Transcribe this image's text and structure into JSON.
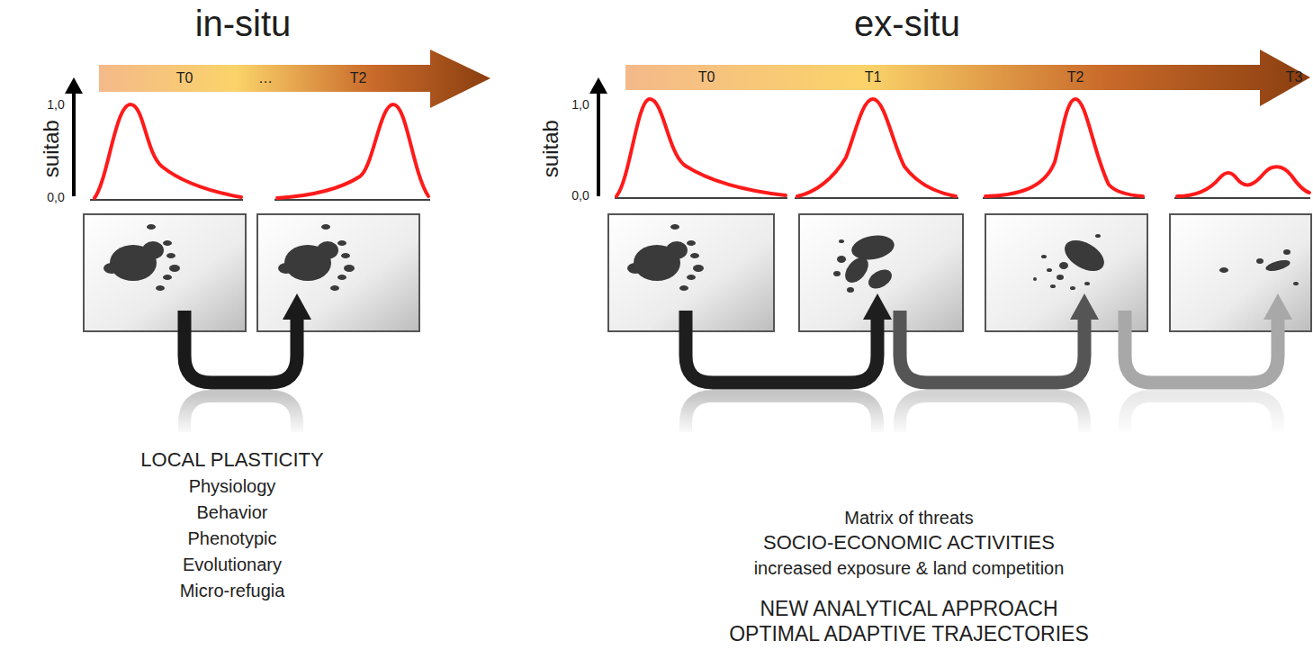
{
  "diagram": {
    "labels": [
      "in-situ",
      "T0",
      "…",
      "T2",
      "suitab",
      "1,0",
      "0,0",
      "LOCAL PLASTICITY",
      "Physiology",
      "Behavior",
      "Phenotypic",
      "Evolutionary",
      "Micro-refugia",
      "ex-situ",
      "T0",
      "T1",
      "T2",
      "T3",
      "suitab",
      "1,0",
      "0,0",
      "Matrix of threats",
      "SOCIO-ECONOMIC ACTIVITIES",
      "increased exposure & land competition",
      "NEW ANALYTICAL APPROACH",
      "OPTIMAL ADAPTIVE TRAJECTORIES"
    ]
  }
}
